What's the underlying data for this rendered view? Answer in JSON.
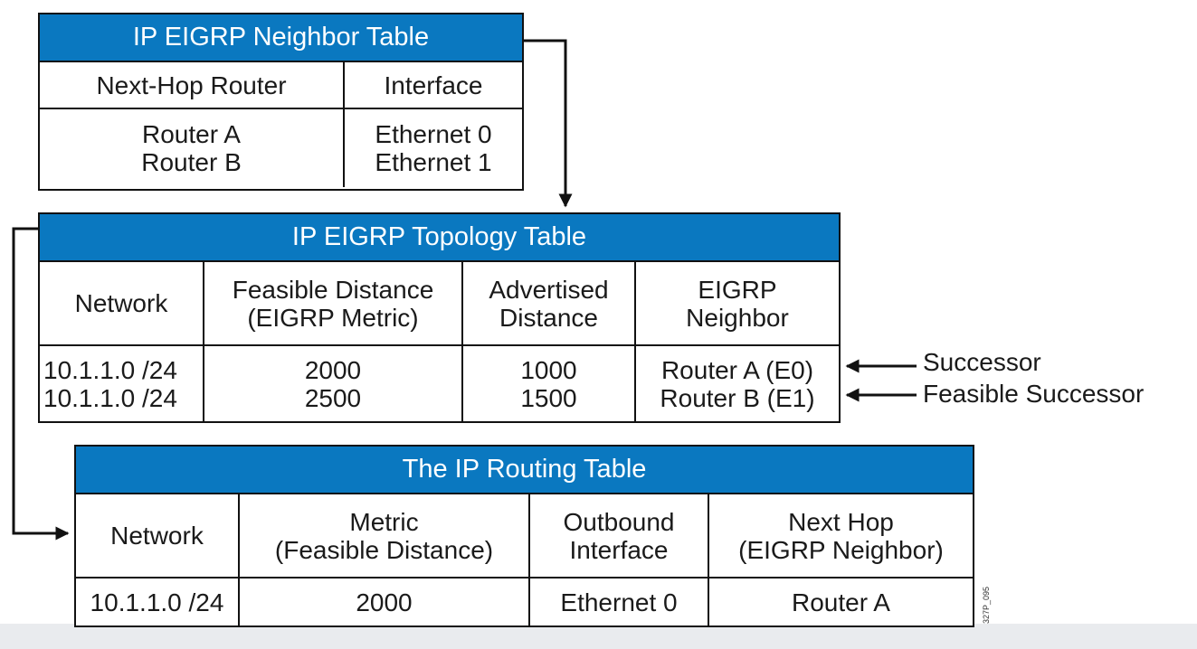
{
  "neighbor_table": {
    "title": "IP EIGRP Neighbor Table",
    "headers": [
      "Next-Hop Router",
      "Interface"
    ],
    "rows": [
      [
        "Router A",
        "Ethernet 0"
      ],
      [
        "Router B",
        "Ethernet 1"
      ]
    ]
  },
  "topology_table": {
    "title": "IP EIGRP Topology Table",
    "headers": [
      [
        "Network"
      ],
      [
        "Feasible Distance",
        "(EIGRP Metric)"
      ],
      [
        "Advertised",
        "Distance"
      ],
      [
        "EIGRP",
        "Neighbor"
      ]
    ],
    "rows": [
      [
        "10.1.1.0 /24",
        "2000",
        "1000",
        "Router A (E0)"
      ],
      [
        "10.1.1.0 /24",
        "2500",
        "1500",
        "Router B (E1)"
      ]
    ]
  },
  "routing_table": {
    "title": "The IP Routing Table",
    "headers": [
      [
        "Network"
      ],
      [
        "Metric",
        "(Feasible Distance)"
      ],
      [
        "Outbound",
        "Interface"
      ],
      [
        "Next Hop",
        "(EIGRP Neighbor)"
      ]
    ],
    "rows": [
      [
        "10.1.1.0 /24",
        "2000",
        "Ethernet 0",
        "Router A"
      ]
    ]
  },
  "annotations": {
    "successor": "Successor",
    "feasible_successor": "Feasible Successor"
  },
  "figure_id": "327P_095",
  "colors": {
    "header_blue": "#0a78c0",
    "border": "#111111"
  }
}
